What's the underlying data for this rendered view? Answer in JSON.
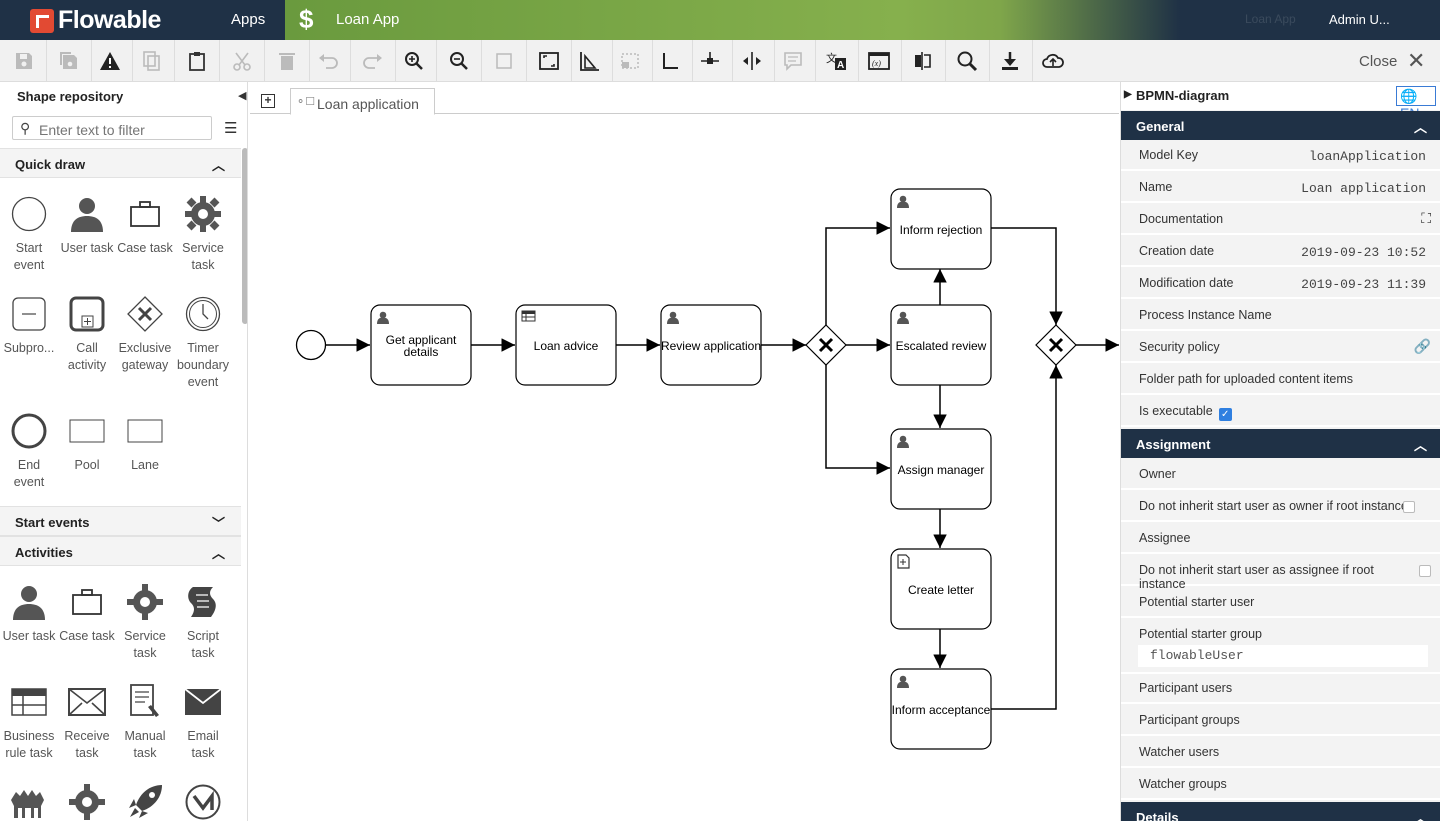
{
  "topbar": {
    "logo": "Flowable",
    "apps": "Apps",
    "app_icon": "$",
    "app_name": "Loan App",
    "faded_title": "Loan App",
    "user": "Admin U..."
  },
  "toolbar": {
    "close_label": "Close",
    "buttons": [
      "save-icon",
      "save-as-icon",
      "validate-icon",
      "copy-icon",
      "paste-icon",
      "cut-icon",
      "delete-icon",
      "undo-icon",
      "redo-icon",
      "zoom-in-icon",
      "zoom-out-icon",
      "zoom-actual-icon",
      "zoom-fit-icon",
      "align-horizontal-icon",
      "align-icon",
      "bend-icon",
      "center-icon",
      "distribute-icon",
      "comment-icon",
      "translate-icon",
      "variables-icon",
      "compare-icon",
      "search-icon",
      "download-icon",
      "publish-icon"
    ]
  },
  "left_panel": {
    "title": "Shape repository",
    "filter_placeholder": "Enter text to filter",
    "groups": {
      "quick_draw": "Quick draw",
      "start_events": "Start events",
      "activities": "Activities"
    },
    "quick_draw": [
      [
        "Start",
        "event"
      ],
      [
        "User task",
        ""
      ],
      [
        "Case task",
        ""
      ],
      [
        "Service",
        "task"
      ],
      [
        "Subpro...",
        ""
      ],
      [
        "Call",
        "activity"
      ],
      [
        "Exclusive",
        "gateway"
      ],
      [
        "Timer",
        "boundary",
        "event"
      ],
      [
        "End",
        "event"
      ],
      [
        "Pool",
        ""
      ],
      [
        "Lane",
        ""
      ]
    ],
    "activities": [
      [
        "User task",
        ""
      ],
      [
        "Case task",
        ""
      ],
      [
        "Service",
        "task"
      ],
      [
        "Script",
        "task"
      ],
      [
        "Business",
        "rule task"
      ],
      [
        "Receive",
        "task"
      ],
      [
        "Manual",
        "task"
      ],
      [
        "Email",
        "task"
      ]
    ]
  },
  "canvas": {
    "tab_label": "Loan application",
    "tasks": {
      "get_applicant": [
        "Get applicant",
        "details"
      ],
      "loan_advice": "Loan advice",
      "review": "Review application",
      "inform_rejection": "Inform rejection",
      "escalated_review": "Escalated review",
      "assign_manager": "Assign manager",
      "create_letter": "Create letter",
      "inform_acceptance": "Inform acceptance"
    }
  },
  "right_panel": {
    "title": "BPMN-diagram",
    "lang": "EN",
    "general": {
      "heading": "General",
      "model_key_label": "Model Key",
      "model_key": "loanApplication",
      "name_label": "Name",
      "name": "Loan application",
      "documentation_label": "Documentation",
      "creation_label": "Creation date",
      "creation": "2019-09-23 10:52",
      "modification_label": "Modification date",
      "modification": "2019-09-23 11:39",
      "instance_name_label": "Process Instance Name",
      "security_label": "Security policy",
      "folder_label": "Folder path for uploaded content items",
      "executable_label": "Is executable",
      "executable": true
    },
    "assignment": {
      "heading": "Assignment",
      "owner": "Owner",
      "no_inherit_owner": "Do not inherit start user as owner if root instance",
      "assignee": "Assignee",
      "no_inherit_assignee": "Do not inherit start user as assignee if root instance",
      "starter_user": "Potential starter user",
      "starter_group": "Potential starter group",
      "starter_group_value": "flowableUser",
      "participant_users": "Participant users",
      "participant_groups": "Participant groups",
      "watcher_users": "Watcher users",
      "watcher_groups": "Watcher groups"
    },
    "details": {
      "heading": "Details"
    }
  }
}
